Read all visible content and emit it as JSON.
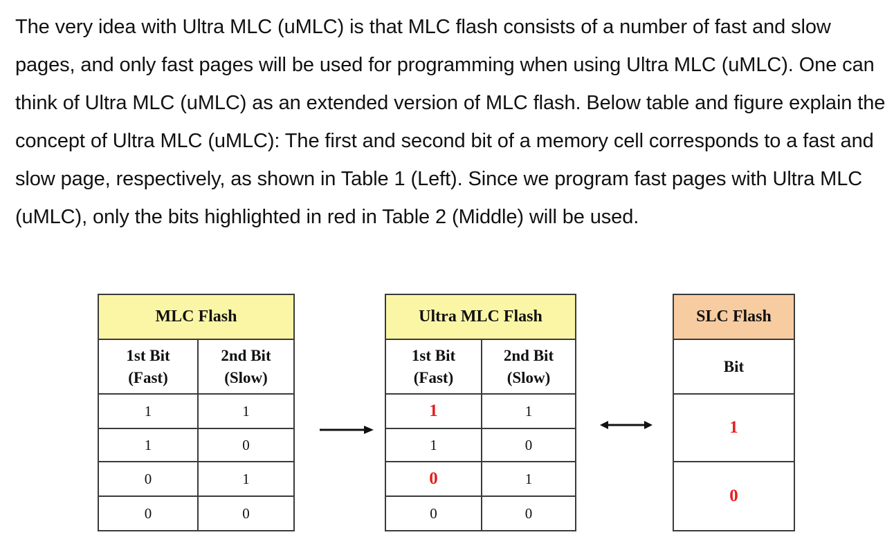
{
  "paragraph": "The very idea with Ultra MLC (uMLC) is that MLC flash consists of a number of fast and slow pages, and only fast pages will be used for programming when using Ultra MLC (uMLC). One can think of Ultra MLC (uMLC) as an extended version of MLC flash. Below table and figure explain the concept of Ultra MLC (uMLC): The first and second bit of a memory cell corresponds to a fast and slow page, respectively, as shown in Table 1 (Left). Since we program fast pages with Ultra MLC (uMLC), only the bits highlighted in red in Table 2 (Middle) will be used.",
  "mlc": {
    "title": "MLC Flash",
    "col1": [
      "1st Bit",
      "(Fast)"
    ],
    "col2": [
      "2nd Bit",
      "(Slow)"
    ],
    "rows": [
      [
        "1",
        "1"
      ],
      [
        "1",
        "0"
      ],
      [
        "0",
        "1"
      ],
      [
        "0",
        "0"
      ]
    ]
  },
  "umlc": {
    "title": "Ultra MLC Flash",
    "col1": [
      "1st Bit",
      "(Fast)"
    ],
    "col2": [
      "2nd Bit",
      "(Slow)"
    ],
    "rows": [
      [
        "1",
        "1"
      ],
      [
        "1",
        "0"
      ],
      [
        "0",
        "1"
      ],
      [
        "0",
        "0"
      ]
    ],
    "highlight_color": "#e51f1f"
  },
  "slc": {
    "title": "SLC Flash",
    "col": "Bit",
    "rows": [
      "1",
      "0"
    ]
  },
  "colors": {
    "header_yellow": "#fbf6a6",
    "header_orange": "#f8cca1",
    "highlight_red": "#e51f1f"
  },
  "arrows": [
    "right-arrow-icon",
    "double-arrow-icon"
  ]
}
